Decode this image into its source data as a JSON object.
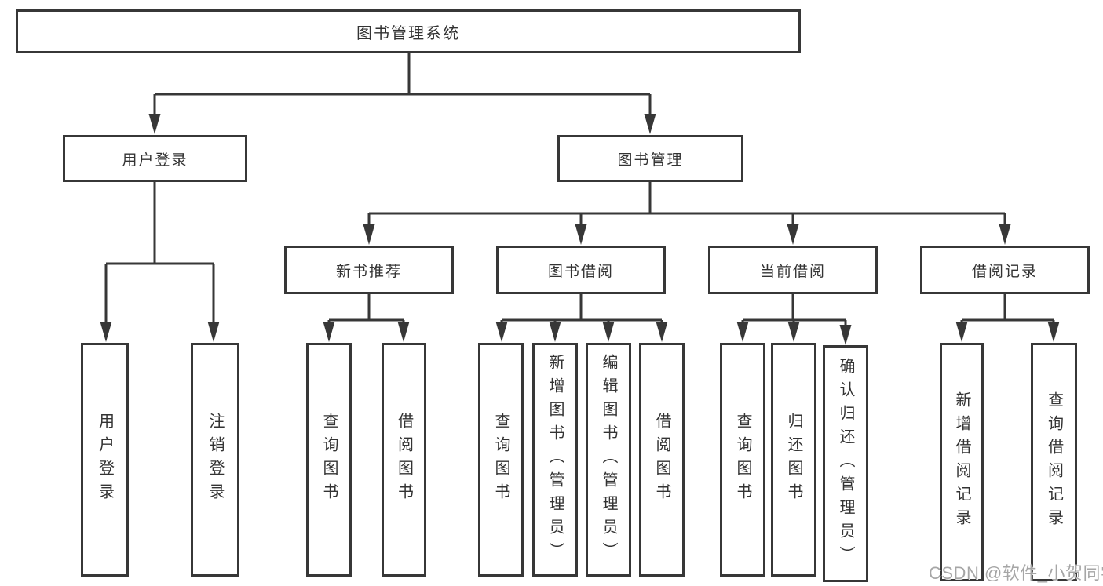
{
  "watermark": {
    "text": "CSDN @软件_小贺同学"
  },
  "colors": {
    "line": "#373737",
    "text": "#333333",
    "watermark": "#a6a6a6",
    "background": "#ffffff"
  },
  "tree": {
    "root": {
      "label": "图书管理系统"
    },
    "branches": [
      {
        "label": "用户登录",
        "children": [
          {
            "label": "用户登录"
          },
          {
            "label": "注销登录"
          }
        ]
      },
      {
        "label": "图书管理",
        "children": [
          {
            "label": "新书推荐",
            "children": [
              {
                "label": "查询图书"
              },
              {
                "label": "借阅图书"
              }
            ]
          },
          {
            "label": "图书借阅",
            "children": [
              {
                "label": "查询图书"
              },
              {
                "label": "新增图书（管理员）"
              },
              {
                "label": "编辑图书（管理员）"
              },
              {
                "label": "借阅图书"
              }
            ]
          },
          {
            "label": "当前借阅",
            "children": [
              {
                "label": "查询图书"
              },
              {
                "label": "归还图书"
              },
              {
                "label": "确认归还（管理员）"
              }
            ]
          },
          {
            "label": "借阅记录",
            "children": [
              {
                "label": "新增借阅记录"
              },
              {
                "label": "查询借阅记录"
              }
            ]
          }
        ]
      }
    ]
  }
}
